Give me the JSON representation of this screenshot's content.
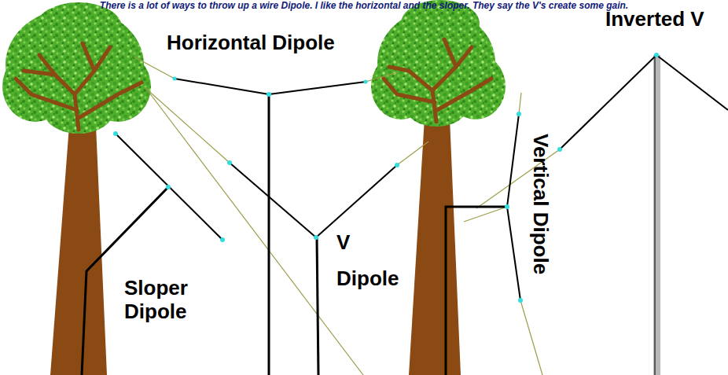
{
  "diagram": {
    "title": "There is a lot of ways to throw up a wire Dipole. I like the horizontal and the sloper. They say the V's create some gain.",
    "labels": [
      "Horizontal Dipole",
      "Inverted V",
      "Vertical Dipole",
      "V Dipole",
      "Sloper Dipole"
    ]
  }
}
